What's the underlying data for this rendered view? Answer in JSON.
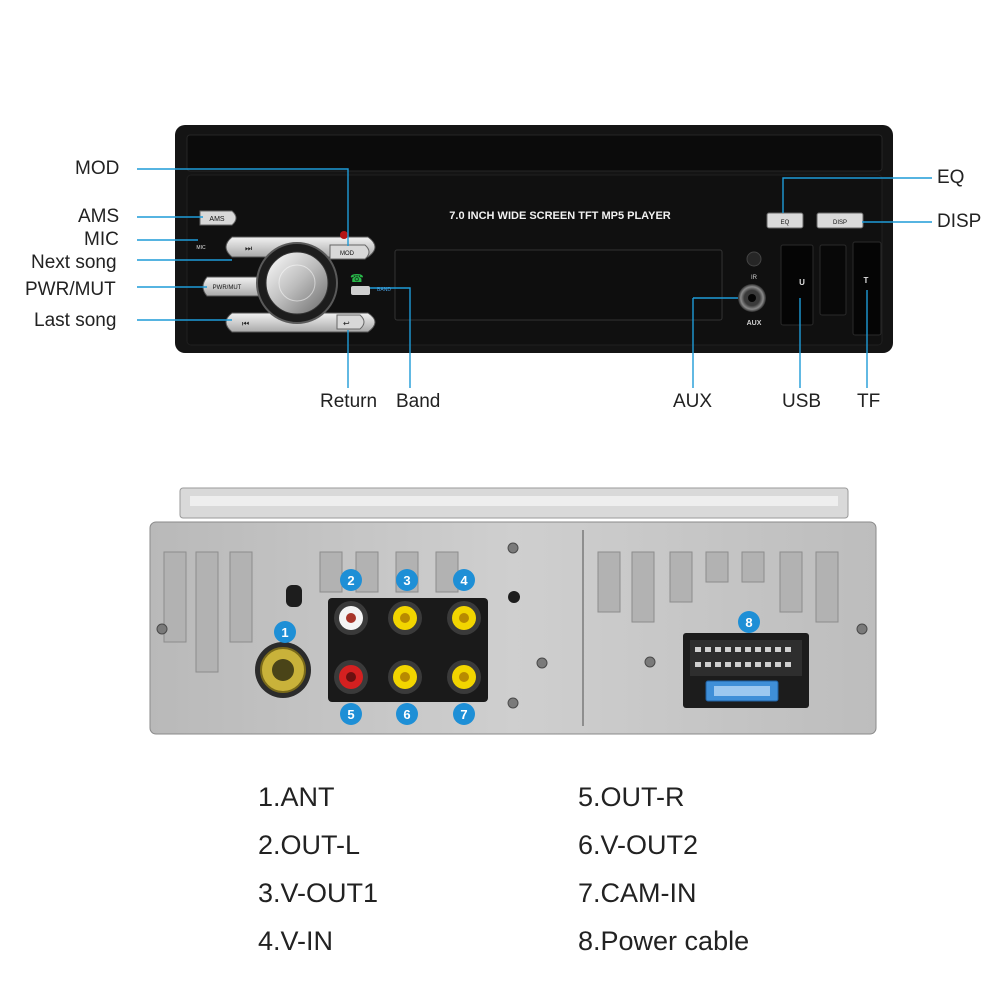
{
  "front_panel": {
    "screen_title": "7.0 INCH WIDE SCREEN TFT  MP5  PLAYER",
    "buttons": {
      "ams": "AMS",
      "mic": "MIC",
      "mod": "MOD",
      "pwr_mut": "PWR/MUT",
      "band": "BAND",
      "eq": "EQ",
      "disp": "DISP",
      "aux": "AUX",
      "ir": "IR",
      "usb": "U",
      "tf": "T"
    },
    "callouts": {
      "mod": "MOD",
      "ams": "AMS",
      "mic": "MIC",
      "next_song": "Next song",
      "pwr_mut": "PWR/MUT",
      "last_song": "Last song",
      "return": "Return",
      "band": "Band",
      "eq": "EQ",
      "disp": "DISP",
      "aux": "AUX",
      "usb": "USB",
      "tf": "TF"
    }
  },
  "rear_panel": {
    "markers": [
      "1",
      "2",
      "3",
      "4",
      "5",
      "6",
      "7",
      "8"
    ]
  },
  "legend": [
    "1.ANT",
    "2.OUT-L",
    "3.V-OUT1",
    "4.V-IN",
    "5.OUT-R",
    "6.V-OUT2",
    "7.CAM-IN",
    "8.Power cable"
  ],
  "colors": {
    "callout_line": "#1e9bd7",
    "marker": "#1e8fd6",
    "unit_body": "#141414",
    "chassis": "#c4c4c4",
    "rca_red": "#d42020",
    "rca_yellow": "#f2d500",
    "rca_white": "#f4f4f4"
  }
}
